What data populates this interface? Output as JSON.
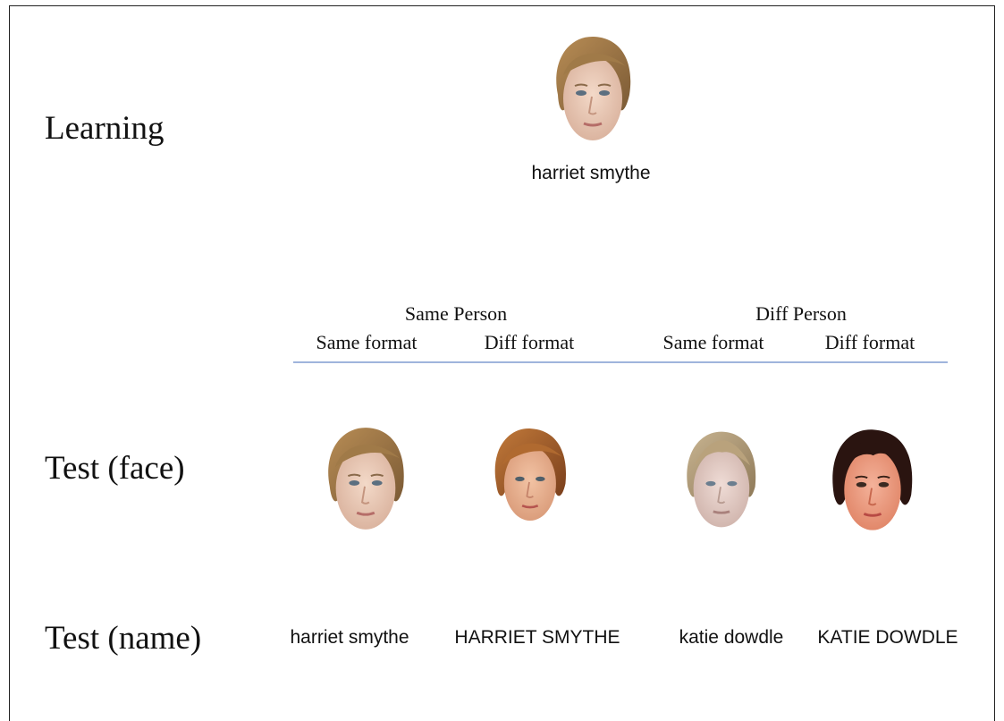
{
  "rows": {
    "learning": "Learning",
    "test_face": "Test (face)",
    "test_name": "Test (name)"
  },
  "learning": {
    "name": "harriet smythe"
  },
  "headers": {
    "same_person": "Same Person",
    "diff_person": "Diff Person",
    "columns": [
      "Same format",
      "Diff format",
      "Same format",
      "Diff format"
    ]
  },
  "test_names": [
    "harriet smythe",
    "HARRIET SMYTHE",
    "katie dowdle",
    "KATIE DOWDLE"
  ],
  "colors": {
    "divider": "#9fb4dc"
  }
}
